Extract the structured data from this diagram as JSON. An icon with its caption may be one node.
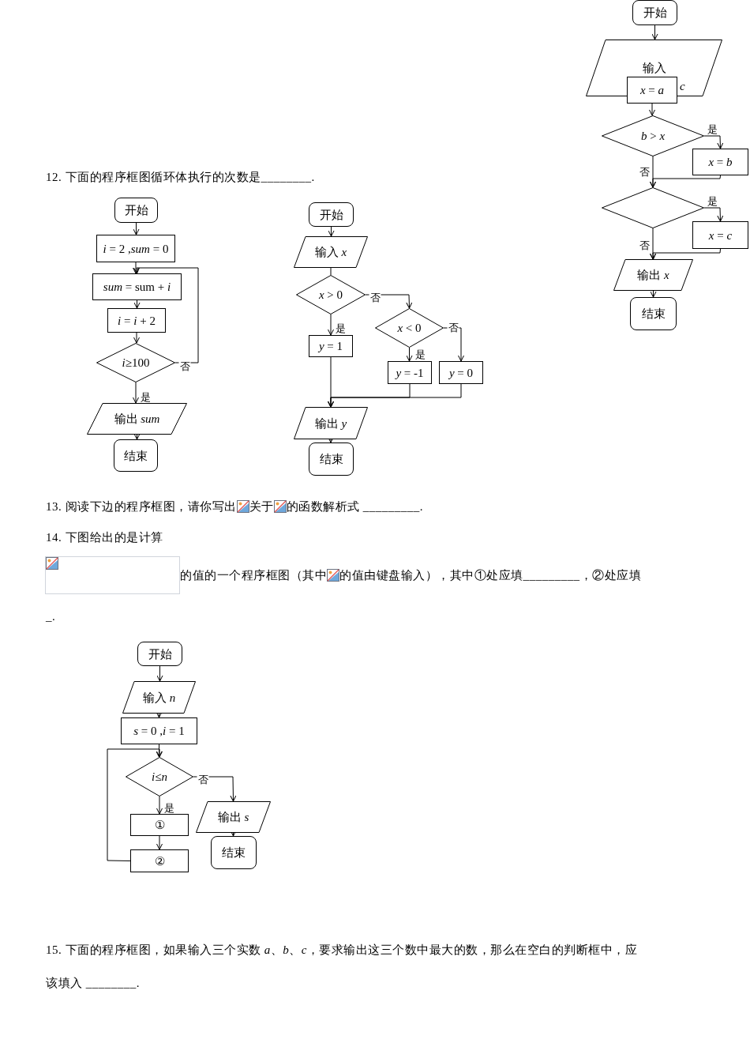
{
  "diagram": {
    "nodes": [
      {
        "text": [
          "开始"
        ]
      },
      {
        "text": [
          "输入"
        ]
      },
      {
        "text": [
          "*x* = *a*"
        ]
      },
      {
        "text": [
          "*b* > *x*"
        ]
      },
      {
        "text": [
          "*x* = *b*"
        ]
      },
      {
        "text": [],
        "shape": "diamond"
      },
      {
        "text": [
          "*x* = *c*"
        ]
      },
      {
        "text": [
          "输出 *x*"
        ]
      },
      {
        "text": [
          "结束"
        ]
      },
      {
        "text": [
          "开始"
        ]
      },
      {
        "text": [
          "*i* = 2 ,*sum* = 0"
        ]
      },
      {
        "text": [
          "*sum* = sum + *i*"
        ]
      },
      {
        "text": [
          "*i* = *i* + 2"
        ]
      },
      {
        "text": [
          "*i*≥100"
        ]
      },
      {
        "text": [
          "输出 *sum*"
        ]
      },
      {
        "text": [
          "结束"
        ]
      },
      {
        "text": [
          "开始"
        ]
      },
      {
        "text": [
          "输入 *x*"
        ]
      },
      {
        "text": [
          "*x* > 0"
        ]
      },
      {
        "text": [
          "*y* = 1"
        ]
      },
      {
        "text": [
          "*x* < 0"
        ]
      },
      {
        "text": [
          "*y* = -1"
        ]
      },
      {
        "text": [
          "*y* = 0"
        ]
      },
      {
        "text": [
          "输出 *y*"
        ]
      },
      {
        "text": [
          "结束"
        ]
      },
      {
        "text": [
          "开始"
        ]
      },
      {
        "text": [
          "输入 *n*"
        ]
      },
      {
        "text": [
          "*s* = 0 ,*i* = 1"
        ]
      },
      {
        "text": [
          "*i*≤*n*"
        ]
      },
      {
        "text": [
          "①"
        ]
      },
      {
        "text": [
          "②"
        ]
      },
      {
        "text": [
          "输出 *s*"
        ]
      },
      {
        "text": [
          "结束"
        ]
      }
    ],
    "edges": [
      {
        "from": 0,
        "to": 1,
        "arrow": "to"
      },
      {
        "from": 2,
        "to": 3,
        "arrow": "to"
      },
      {
        "from": 3,
        "to": 4,
        "arrow": "to",
        "label": "是"
      },
      {
        "from": 4,
        "to": 5,
        "arrow": "to"
      },
      {
        "from": 3,
        "to": 5,
        "arrow": "to",
        "label": "否"
      },
      {
        "from": 5,
        "to": 6,
        "arrow": "to",
        "label": "是"
      },
      {
        "from": 6,
        "to": 7,
        "arrow": "to"
      },
      {
        "from": 5,
        "to": 7,
        "arrow": "to",
        "label": "否"
      },
      {
        "from": 7,
        "to": 8,
        "arrow": "to"
      },
      {
        "from": 9,
        "to": 10,
        "arrow": "to"
      },
      {
        "from": 10,
        "to": 11,
        "arrow": "to"
      },
      {
        "from": 11,
        "to": 12,
        "arrow": "to"
      },
      {
        "from": 12,
        "to": 13,
        "arrow": "to"
      },
      {
        "from": 13,
        "to": 11,
        "arrow": "to",
        "label": "否"
      },
      {
        "from": 13,
        "to": 14,
        "arrow": "to",
        "label": "是"
      },
      {
        "from": 14,
        "to": 15,
        "arrow": "to"
      },
      {
        "from": 16,
        "to": 17,
        "arrow": "to"
      },
      {
        "from": 17,
        "to": 18,
        "arrow": "none"
      },
      {
        "from": 18,
        "to": 20,
        "arrow": "to",
        "label": "否"
      },
      {
        "from": 18,
        "to": 19,
        "arrow": "to",
        "label": "是"
      },
      {
        "from": 20,
        "to": 21,
        "arrow": "to",
        "label": "是"
      },
      {
        "from": 20,
        "to": 22,
        "arrow": "to",
        "label": "否"
      },
      {
        "from": 19,
        "to": 23,
        "arrow": "to"
      },
      {
        "from": 21,
        "to": 23,
        "arrow": "to"
      },
      {
        "from": 22,
        "to": 23,
        "arrow": "to"
      },
      {
        "from": 23,
        "to": 24,
        "arrow": "to"
      },
      {
        "from": 25,
        "to": 26,
        "arrow": "to"
      },
      {
        "from": 26,
        "to": 27,
        "arrow": "to"
      },
      {
        "from": 27,
        "to": 28,
        "arrow": "to"
      },
      {
        "from": 28,
        "to": 29,
        "arrow": "to",
        "label": "是"
      },
      {
        "from": 29,
        "to": 30,
        "arrow": "to"
      },
      {
        "from": 30,
        "to": 28,
        "arrow": "to"
      },
      {
        "from": 28,
        "to": 31,
        "arrow": "to",
        "label": "否"
      },
      {
        "from": 31,
        "to": 32,
        "arrow": "to"
      }
    ],
    "labels": [
      "12. 下面的程序框图循环体执行的次数是________.",
      "13.  阅读下边的程序框图，请你写出",
      "关于",
      "的函数解析式  _________.",
      "14.  下图给出的是计算",
      "的值的一个程序框图（其中",
      "的值由键盘输入），其中①处应填_________，②处应填",
      "_.",
      "15.  下面的程序框图，如果输入三个实数 *a*、*b*、*c*，要求输出这三个数中最大的数，那么在空白的判断框中，应",
      "该填入  ________.",
      "c"
    ]
  }
}
